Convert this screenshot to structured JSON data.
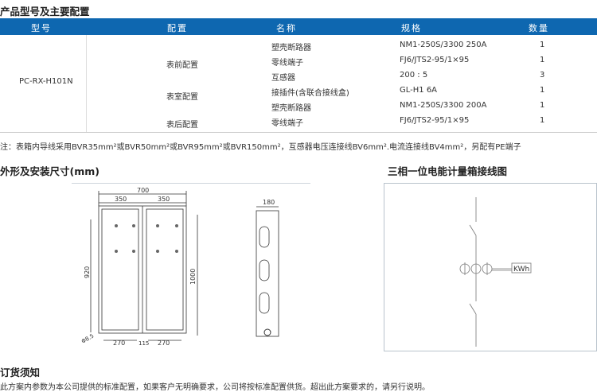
{
  "config_title": "产品型号及主要配置",
  "table": {
    "headers": [
      "型号",
      "配置",
      "名称",
      "规格",
      "数量"
    ],
    "model": "PC-RX-H101N",
    "groups": [
      "表前配置",
      "表室配置",
      "表后配置"
    ],
    "rows": [
      {
        "name": "塑壳断路器",
        "spec": "NM1-250S/3300 250A",
        "qty": "1"
      },
      {
        "name": "零线端子",
        "spec": "FJ6/JTS2-95/1×95",
        "qty": "1"
      },
      {
        "name": "互感器",
        "spec": "200 : 5",
        "qty": "3"
      },
      {
        "name": "接插件(含联合接线盒)",
        "spec": "GL-H1 6A",
        "qty": "1"
      },
      {
        "name": "塑壳断路器",
        "spec": "NM1-250S/3300 200A",
        "qty": "1"
      },
      {
        "name": "零线端子",
        "spec": "FJ6/JTS2-95/1×95",
        "qty": "1"
      }
    ]
  },
  "note": "注：表箱内导线采用BVR35mm²或BVR50mm²或BVR95mm²或BVR150mm²，互感器电压连接线BV6mm².电流连接线BV4mm²，另配有PE端子",
  "dims_title": "外形及安装尺寸(mm)",
  "wiring_title": "三相一位电能计量箱接线图",
  "dims": {
    "width": "700",
    "half1": "350",
    "half2": "350",
    "height": "1000",
    "inner_height": "920",
    "mount1": "270",
    "gap": "115",
    "mount2": "270",
    "hole": "Φ8.5",
    "depth": "180"
  },
  "meter_label": "KWh",
  "order_title": "订货须知",
  "order_text": "此方案内参数为本公司提供的标准配置，如果客户无明确要求，公司将按标准配置供货。超出此方案要求的，请另行说明。"
}
